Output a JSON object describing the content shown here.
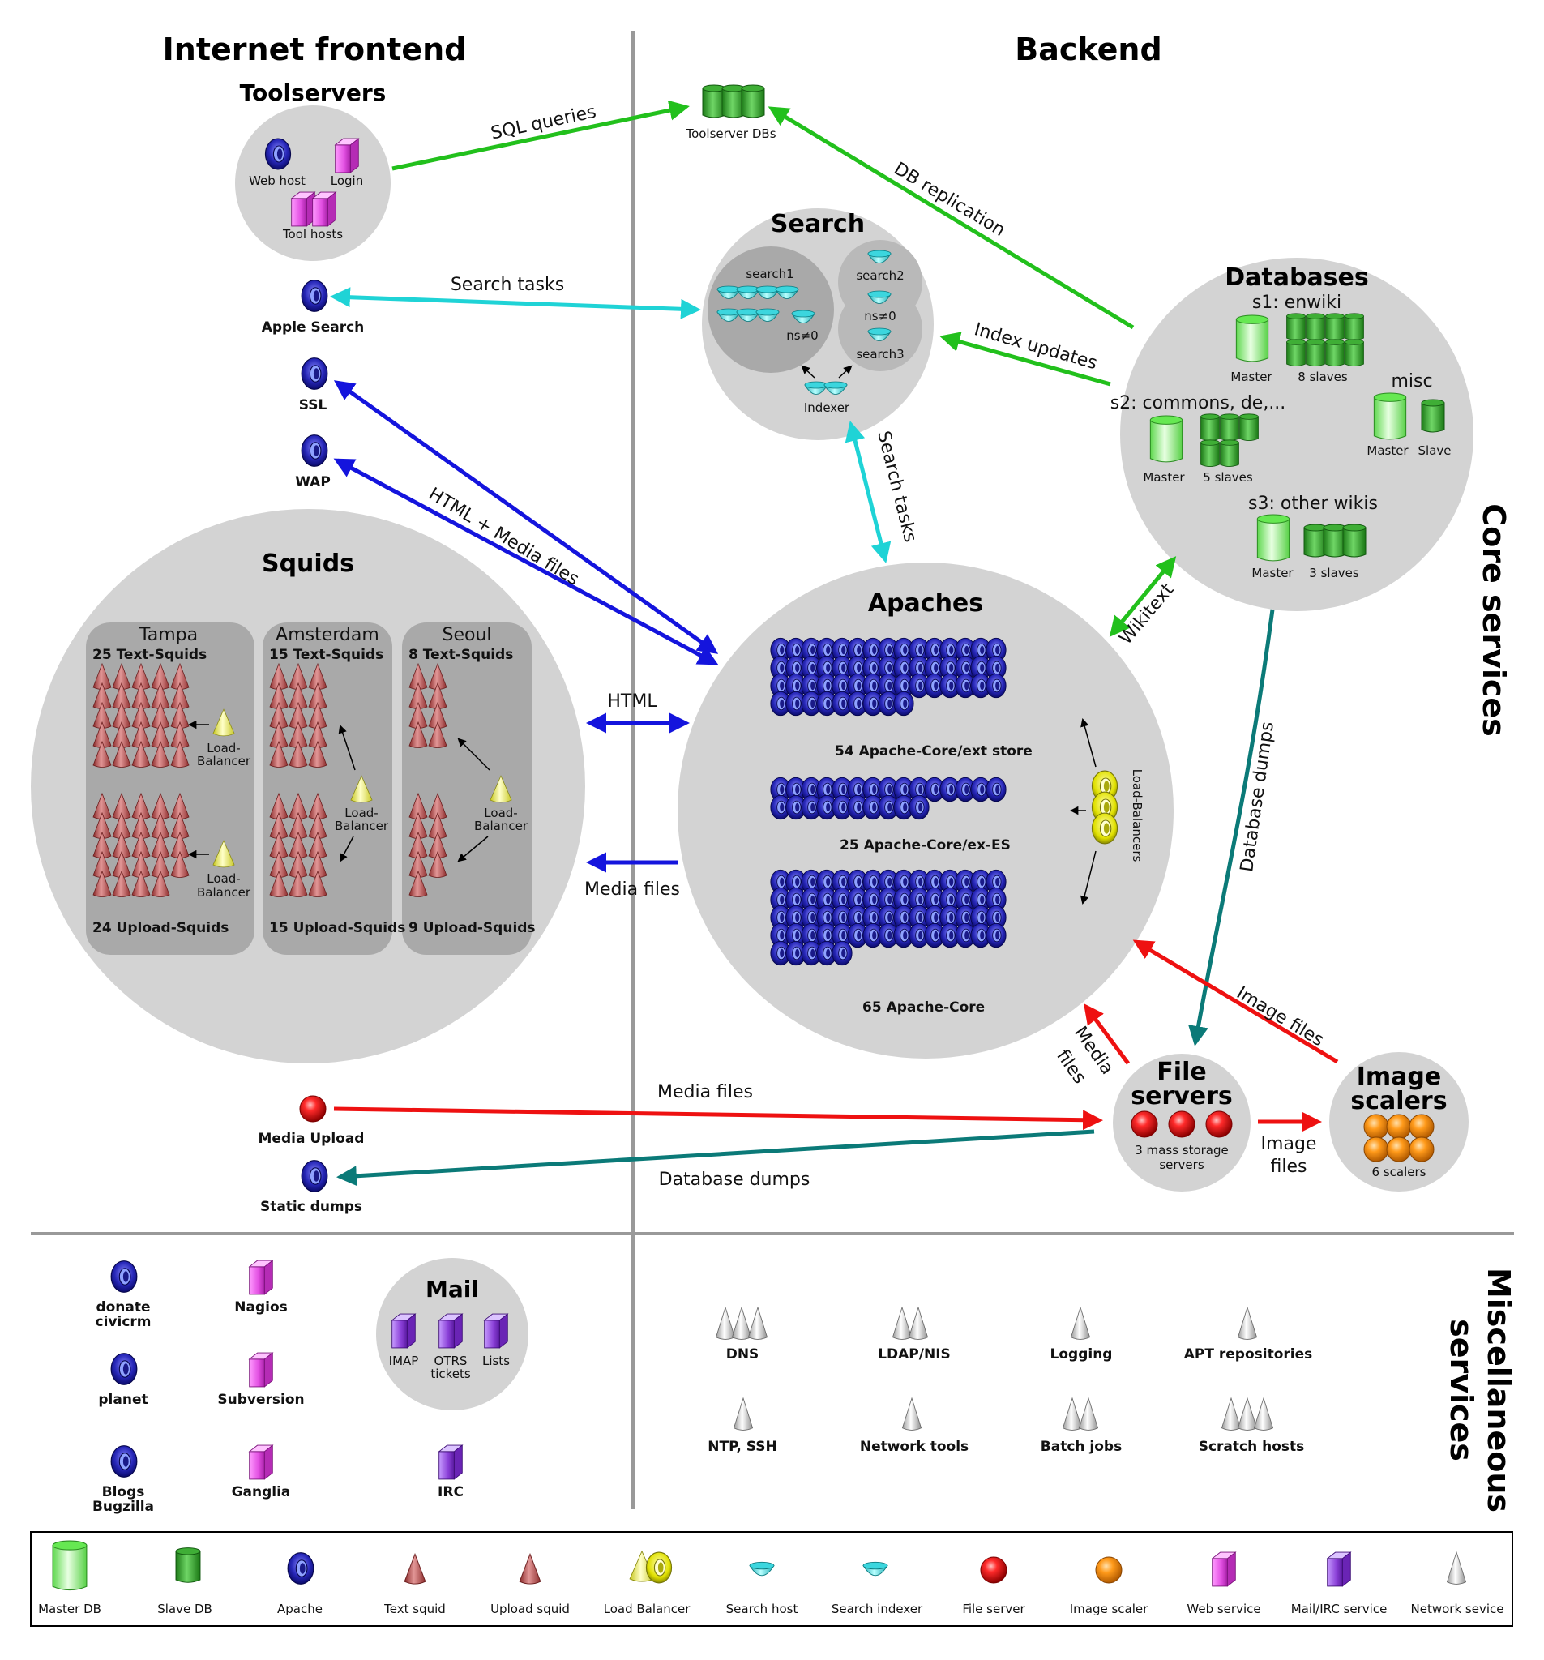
{
  "titles": {
    "frontend": "Internet frontend",
    "backend": "Backend",
    "core": "Core services",
    "misc_line1": "Miscellaneous",
    "misc_line2": "services"
  },
  "toolservers": {
    "title": "Toolservers",
    "web_host": "Web host",
    "login": "Login",
    "tool_hosts": "Tool hosts"
  },
  "toolserver_dbs": "Toolserver DBs",
  "apple_search": "Apple Search",
  "ssl": "SSL",
  "wap": "WAP",
  "search": {
    "title": "Search",
    "search1": "search1",
    "search2": "search2",
    "search3": "search3",
    "ns_a": "ns≠0",
    "ns_b": "ns≠0",
    "indexer": "Indexer"
  },
  "databases": {
    "title": "Databases",
    "s1": "s1: enwiki",
    "s1_master": "Master",
    "s1_slaves": "8 slaves",
    "s2": "s2: commons, de,...",
    "s2_master": "Master",
    "s2_slaves": "5 slaves",
    "misc": "misc",
    "misc_master": "Master",
    "misc_slave": "Slave",
    "s3": "s3: other wikis",
    "s3_master": "Master",
    "s3_slaves": "3 slaves"
  },
  "squids": {
    "title": "Squids",
    "tampa": "Tampa",
    "tampa_text": "25 Text-Squids",
    "tampa_upload": "24 Upload-Squids",
    "amsterdam": "Amsterdam",
    "amsterdam_text": "15 Text-Squids",
    "amsterdam_upload": "15 Upload-Squids",
    "seoul": "Seoul",
    "seoul_text": "8 Text-Squids",
    "seoul_upload": "9 Upload-Squids",
    "lb_line1": "Load-",
    "lb_line2": "Balancer"
  },
  "apaches": {
    "title": "Apaches",
    "group1": "54 Apache-Core/ext store",
    "group2": "25 Apache-Core/ex-ES",
    "group3": "65 Apache-Core",
    "load_balancers": "Load-Balancers"
  },
  "file_servers": {
    "title_line1": "File",
    "title_line2": "servers",
    "caption_line1": "3 mass storage",
    "caption_line2": "servers"
  },
  "image_scalers": {
    "title_line1": "Image",
    "title_line2": "scalers",
    "caption": "6 scalers"
  },
  "media_upload": "Media Upload",
  "static_dumps": "Static dumps",
  "arrows": {
    "sql_queries": "SQL queries",
    "db_replication": "DB replication",
    "search_tasks_1": "Search tasks",
    "index_updates": "Index updates",
    "search_tasks_2": "Search tasks",
    "html_media": "HTML + Media files",
    "html": "HTML",
    "media_files_1": "Media files",
    "wikitext": "Wikitext",
    "database_dumps_1": "Database dumps",
    "image_files_1": "Image files",
    "media_files_2_line1": "Media",
    "media_files_2_line2": "files",
    "media_files_3": "Media files",
    "image_files_2_line1": "Image",
    "image_files_2_line2": "files",
    "database_dumps_2": "Database dumps"
  },
  "misc_left": {
    "donate_line1": "donate",
    "donate_line2": "civicrm",
    "planet": "planet",
    "blogs_line1": "Blogs",
    "blogs_line2": "Bugzilla",
    "nagios": "Nagios",
    "subversion": "Subversion",
    "ganglia": "Ganglia",
    "mail_title": "Mail",
    "imap": "IMAP",
    "otrs_line1": "OTRS",
    "otrs_line2": "tickets",
    "lists": "Lists",
    "irc": "IRC"
  },
  "misc_right": {
    "dns": "DNS",
    "ldap": "LDAP/NIS",
    "logging": "Logging",
    "apt": "APT repositories",
    "ntp": "NTP, SSH",
    "network_tools": "Network tools",
    "batch_jobs": "Batch jobs",
    "scratch_hosts": "Scratch hosts"
  },
  "legend": [
    "Master DB",
    "Slave DB",
    "Apache",
    "Text squid",
    "Upload squid",
    "Load Balancer",
    "Search host",
    "Search indexer",
    "File server",
    "Image scaler",
    "Web service",
    "Mail/IRC service",
    "Network sevice"
  ],
  "colors": {
    "green_arrow": "#22c01c",
    "cyan_arrow": "#1fd3d6",
    "blue_arrow": "#1414dd",
    "red_arrow": "#ee1111",
    "teal_arrow": "#0b7a78",
    "circle_bg": "#d3d3d3",
    "panel_bg": "#a9a9a9"
  }
}
